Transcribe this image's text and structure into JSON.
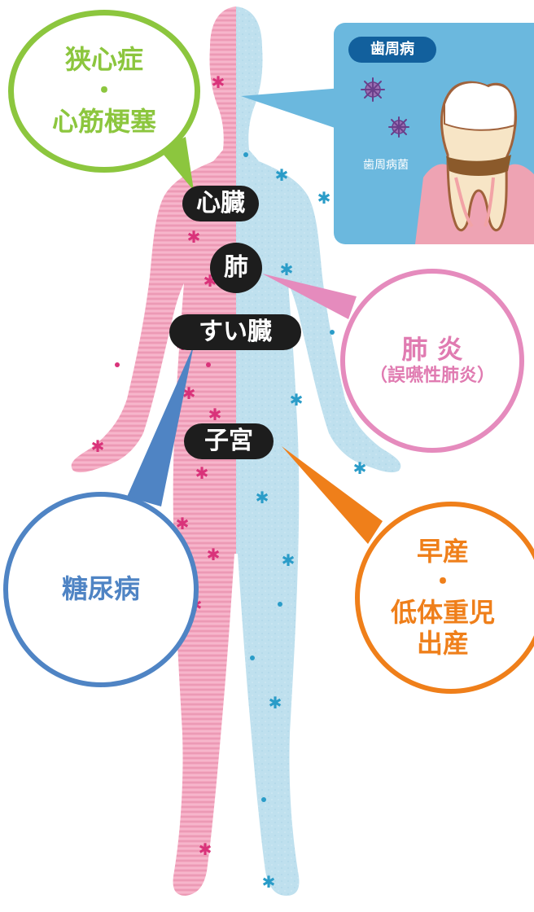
{
  "inset": {
    "title": "歯周病",
    "caption": "歯周病菌"
  },
  "organs": {
    "heart": "心臓",
    "lung": "肺",
    "pancreas": "すい臓",
    "uterus": "子宮"
  },
  "diseases": {
    "heart": {
      "line1": "狭心症",
      "dot": "・",
      "line2": "心筋梗塞"
    },
    "lung": {
      "line1": "肺 炎",
      "line2": "（誤嚥性肺炎）"
    },
    "pancreas": {
      "line1": "糖尿病"
    },
    "uterus": {
      "line1": "早産",
      "dot": "・",
      "line2": "低体重児",
      "line3": "出産"
    }
  },
  "colors": {
    "heart": "#8cc63e",
    "lung": "#e58bbd",
    "pancreas": "#4f84c4",
    "uterus": "#ef7f1a",
    "body_left": "#f4a9c2",
    "body_right": "#bfe0ee",
    "inset_bg": "#6bb8de",
    "inset_title": "#12609d"
  }
}
